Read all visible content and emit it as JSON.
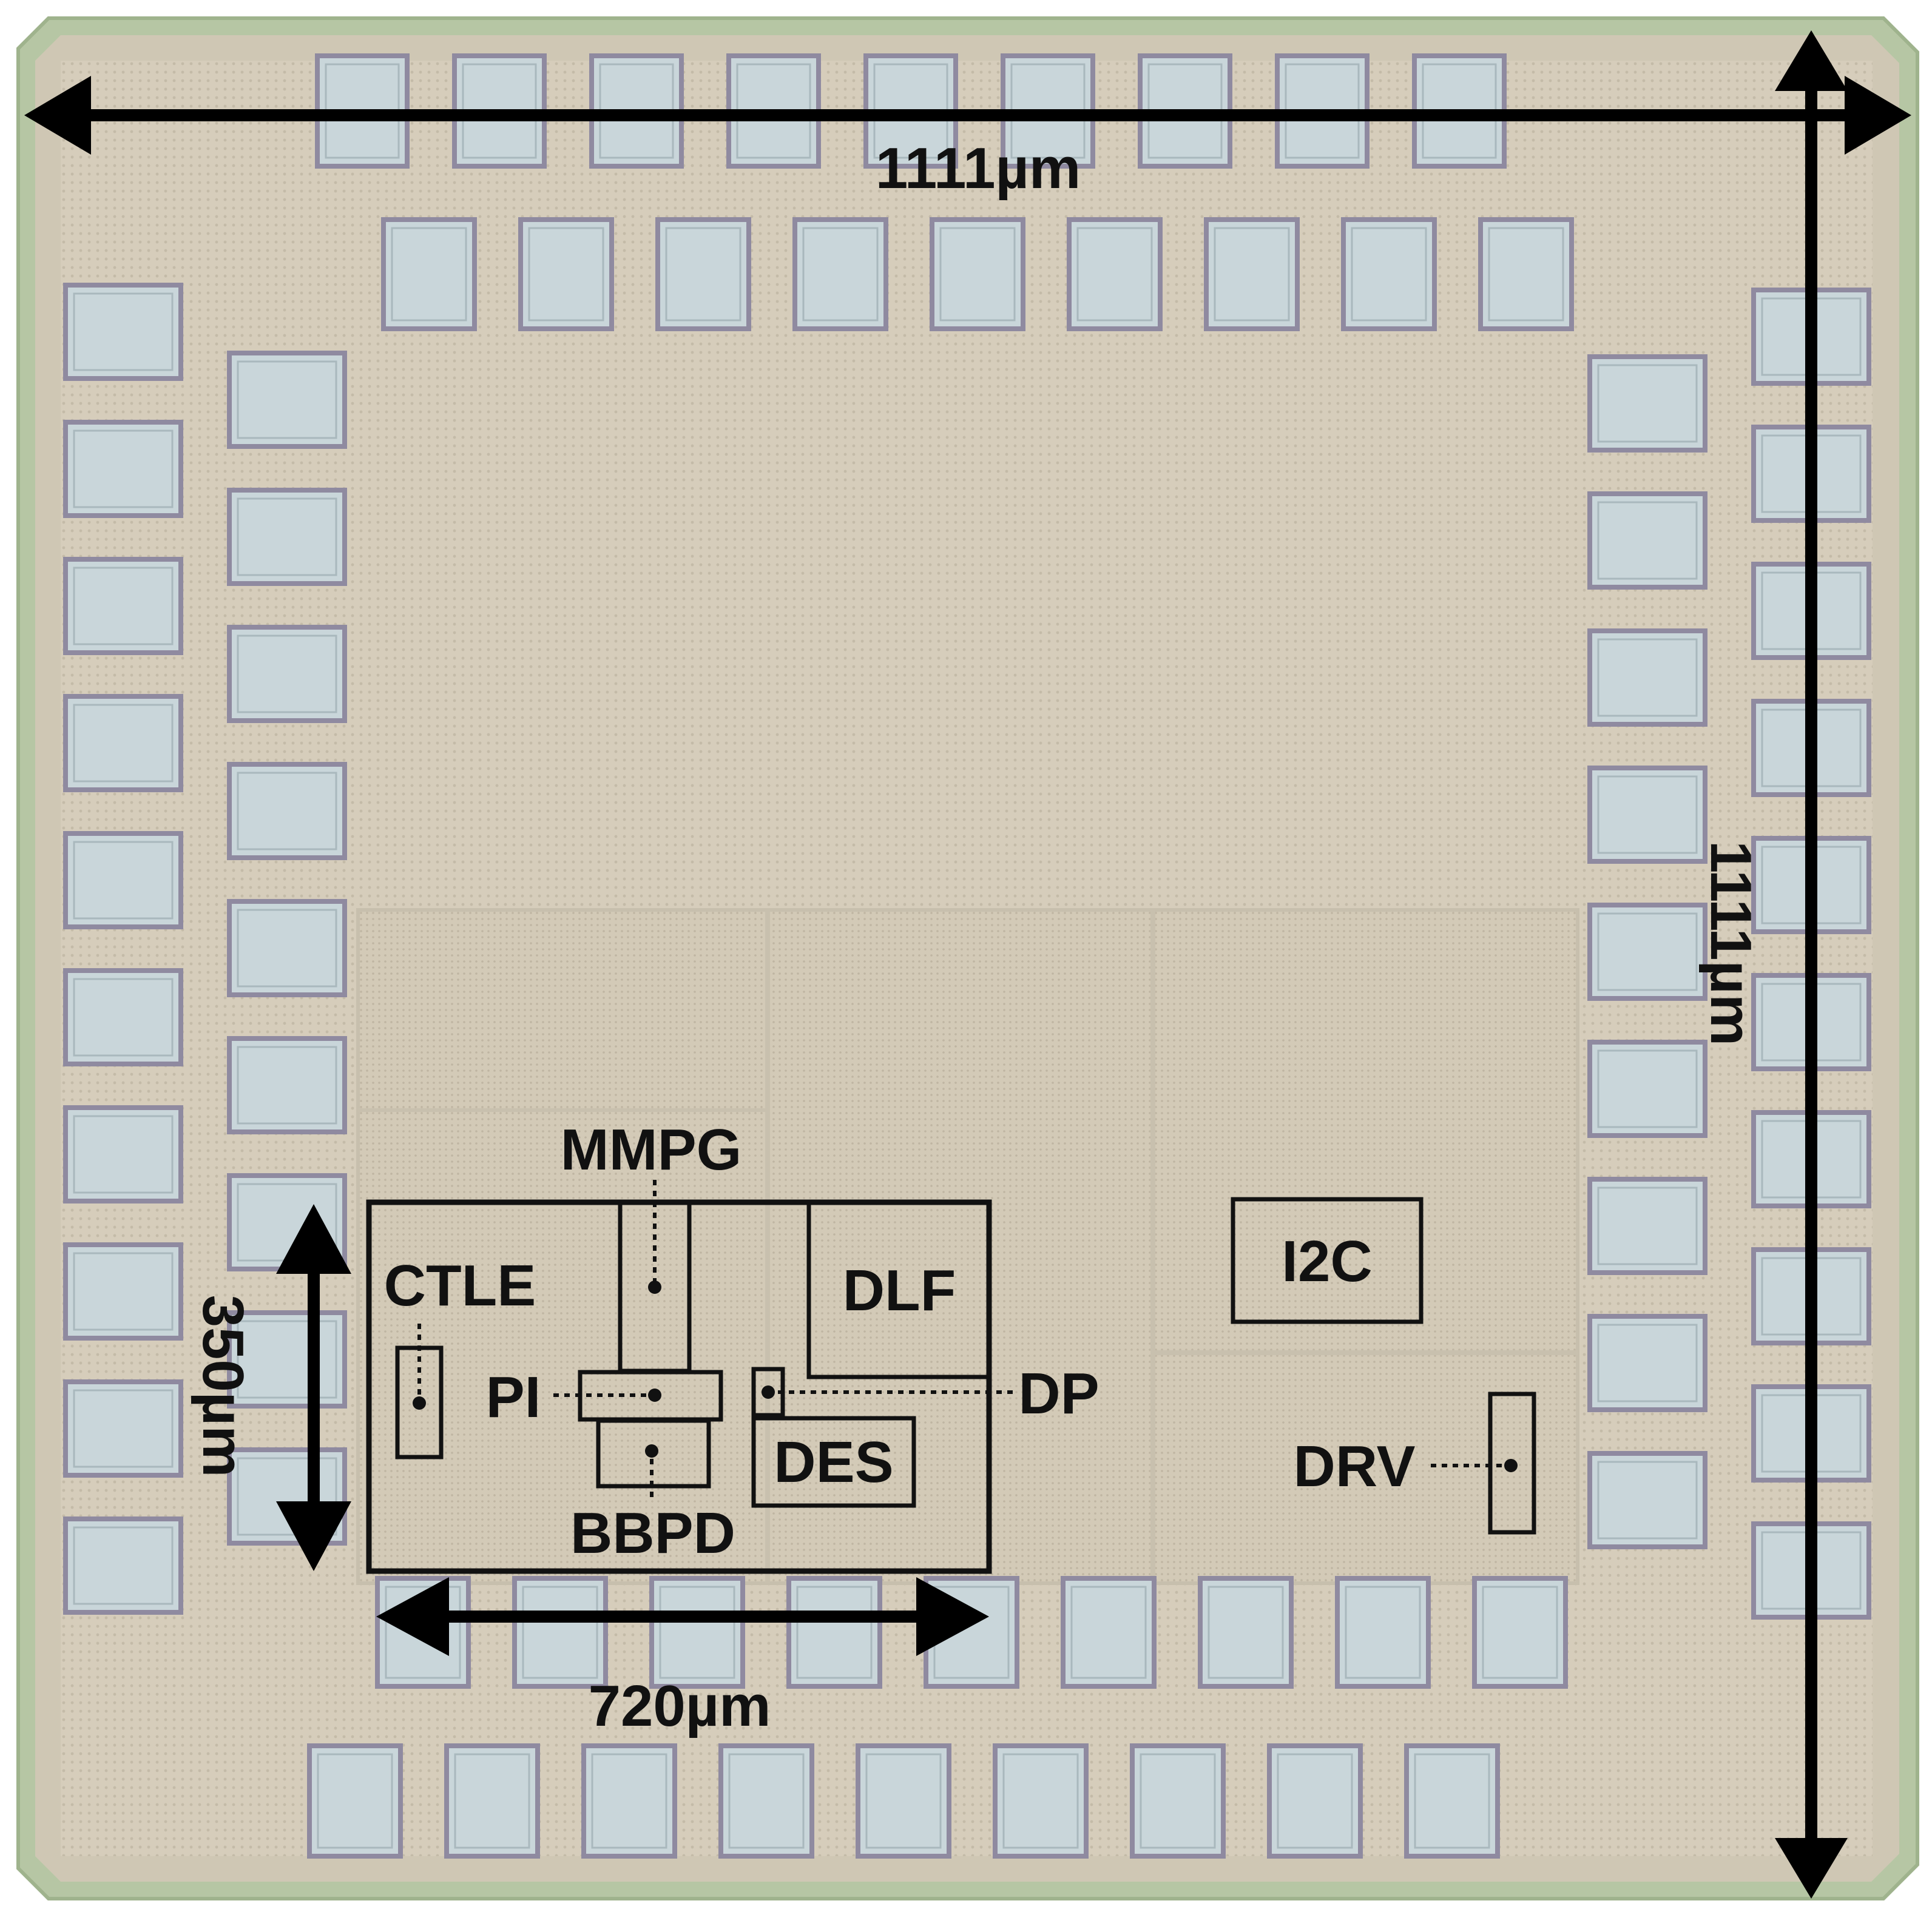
{
  "dimensions": {
    "width_label": "1111µm",
    "height_label": "1111µm",
    "core_width_label": "720µm",
    "core_height_label": "350µm"
  },
  "blocks": {
    "ctle": "CTLE",
    "mmpg": "MMPG",
    "pi": "PI",
    "bbpd": "BBPD",
    "dlf": "DLF",
    "dp": "DP",
    "des": "DES",
    "i2c": "I2C",
    "drv": "DRV"
  },
  "colors": {
    "die_fill": "#d8cfbd",
    "die_border": "#b8c9a8",
    "pad_fill": "#c9d6da",
    "annotation": "#000000"
  }
}
